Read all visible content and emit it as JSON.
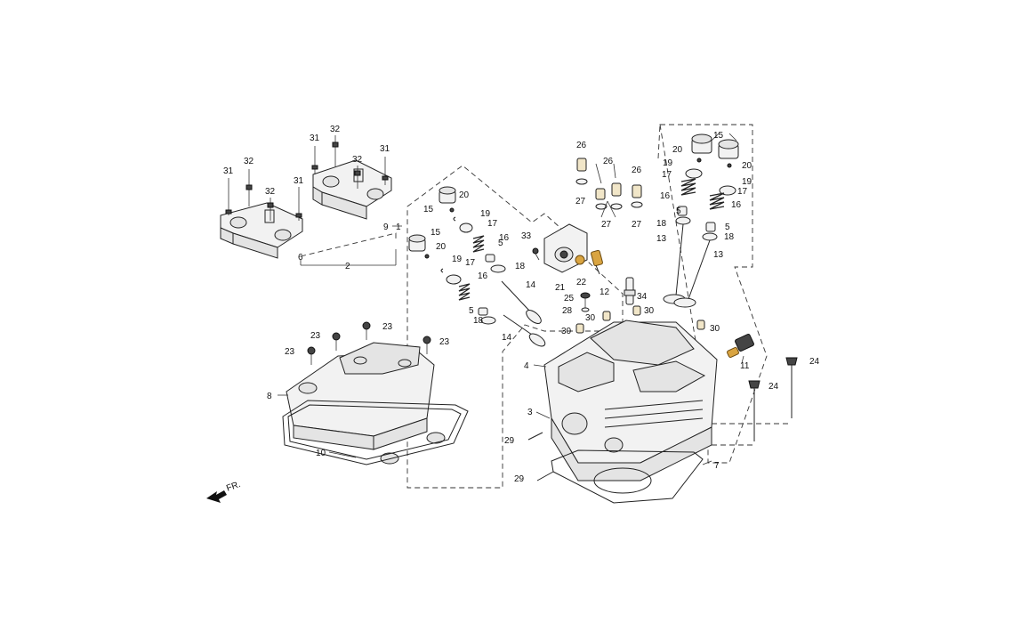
{
  "direction_label": "FR.",
  "callouts": [
    "1",
    "2",
    "3",
    "4",
    "5",
    "6",
    "7",
    "8",
    "9",
    "10",
    "11",
    "12",
    "13",
    "14",
    "15",
    "16",
    "17",
    "18",
    "19",
    "20",
    "21",
    "22",
    "23",
    "24",
    "25",
    "26",
    "27",
    "28",
    "29",
    "30",
    "31",
    "32",
    "33",
    "34"
  ]
}
